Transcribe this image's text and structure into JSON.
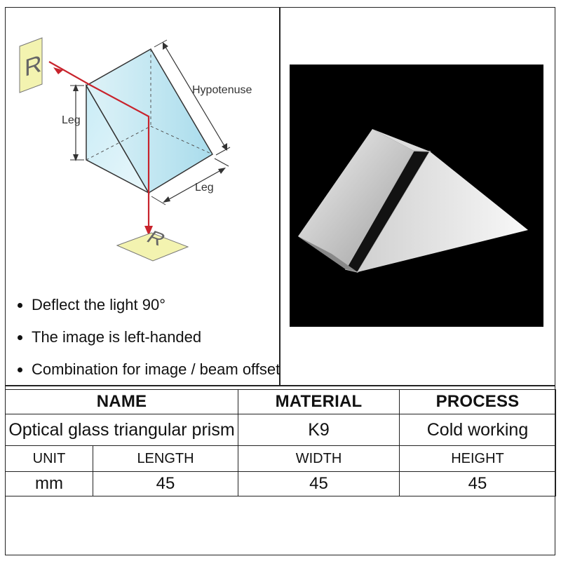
{
  "diagram": {
    "object_letter": "R",
    "image_letter": "R",
    "leg_label_left": "Leg",
    "leg_label_bottom": "Leg",
    "hypotenuse_label": "Hypotenuse",
    "ray_color": "#c8232c",
    "card_color": "#f3f3b0"
  },
  "features": [
    "Deflect the light 90°",
    "The image is left-handed",
    "Combination for image / beam offset"
  ],
  "specs": {
    "headers": [
      "NAME",
      "MATERIAL",
      "PROCESS"
    ],
    "values": [
      "Optical glass triangular prism",
      "K9",
      "Cold working"
    ],
    "dim_headers": [
      "UNIT",
      "LENGTH",
      "WIDTH",
      "HEIGHT"
    ],
    "dim_values": [
      "mm",
      "45",
      "45",
      "45"
    ]
  }
}
